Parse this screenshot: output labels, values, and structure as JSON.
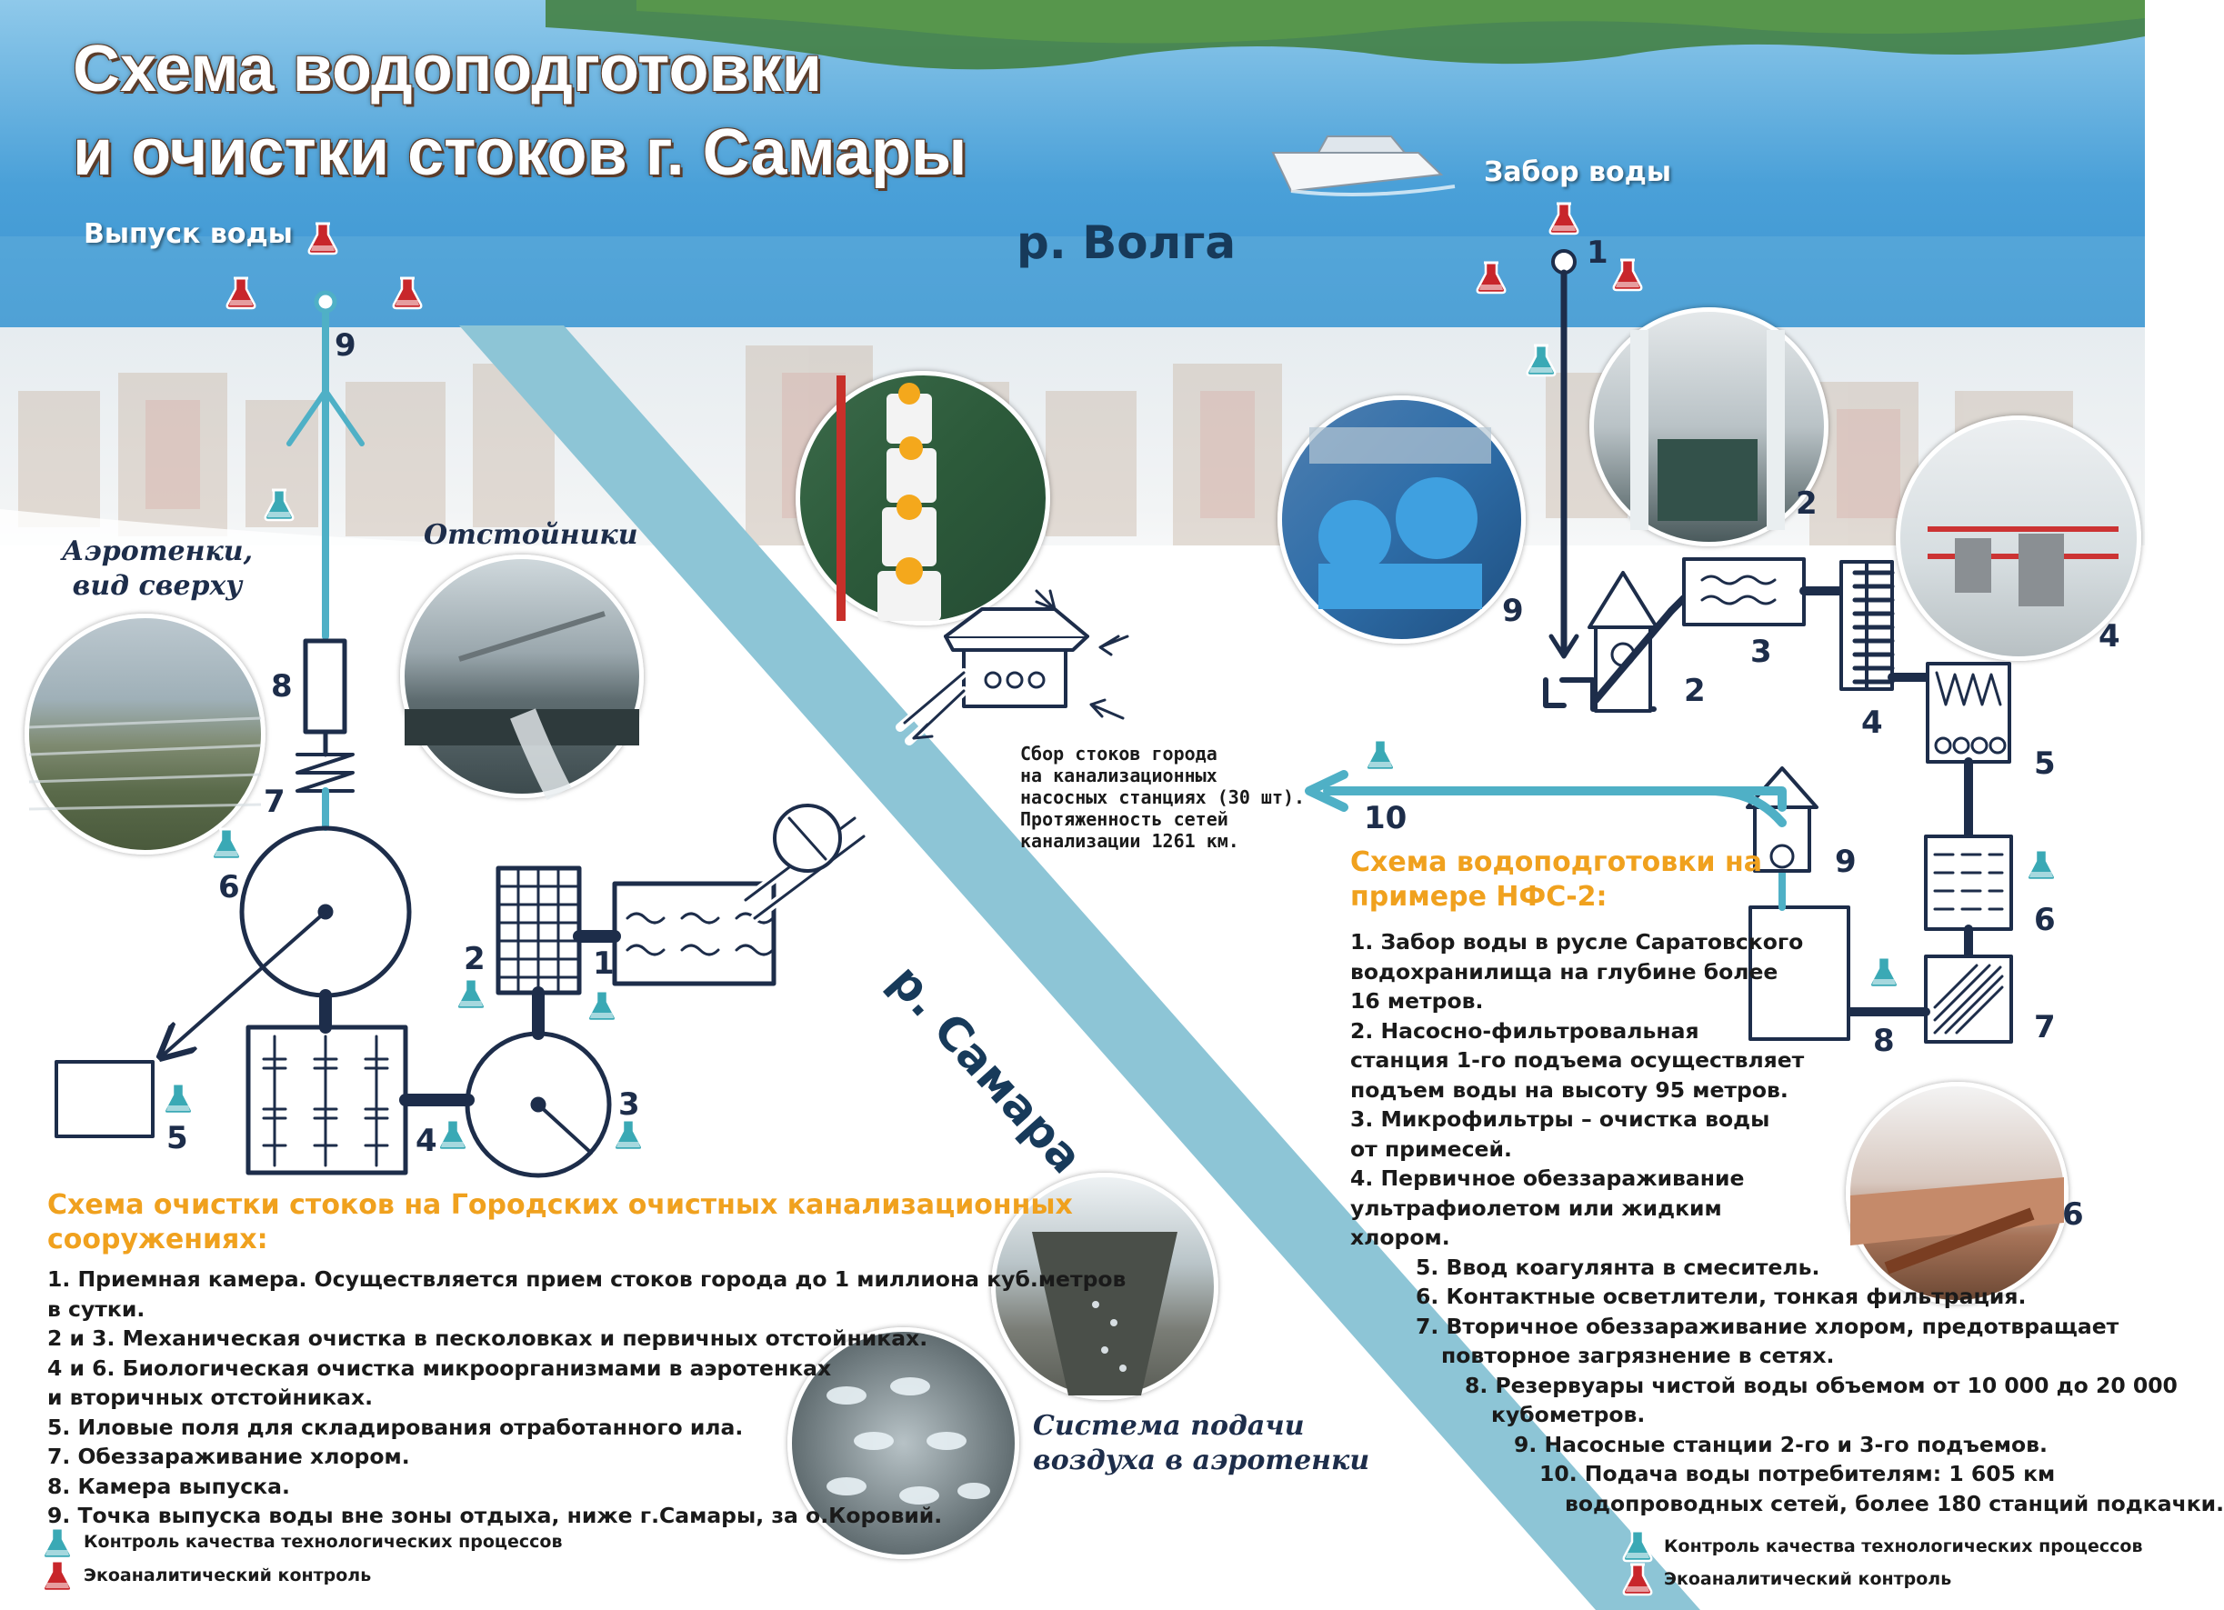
{
  "title_line1": "Схема водоподготовки",
  "title_line2": "и очистки стоков г. Самары",
  "labels": {
    "discharge": "Выпуск воды",
    "intake": "Забор воды",
    "volga": "р. Волга",
    "samara": "р. Самара",
    "aerotanks_top": "Аэротенки,",
    "aerotanks_bottom": "вид сверху",
    "settlers": "Отстойники",
    "air_system_line1": "Система подачи",
    "air_system_line2": "воздуха в аэротенки"
  },
  "collection_note": [
    "Сбор стоков города",
    "на канализационных",
    "насосных станциях (30 шт).",
    "Протяженность сетей",
    "канализации 1261 км."
  ],
  "wastewater": {
    "heading_line1": "Схема очистки стоков на Городских очистных канализационных",
    "heading_line2": "сооружениях:",
    "items": [
      "1. Приемная камера. Осуществляется прием стоков города до 1  миллиона куб.метров",
      "в сутки.",
      "2 и 3. Механическая очистка в песколовках и первичных отстойниках.",
      "4 и 6. Биологическая очистка микроорганизмами в аэротенках",
      "и вторичных отстойниках.",
      "5. Иловые поля для складирования отработанного ила.",
      "7. Обеззараживание хлором.",
      "8. Камера выпуска.",
      "9. Точка выпуска воды вне зоны отдыха, ниже г.Самары, за о.Коровий."
    ]
  },
  "water_treatment": {
    "heading_line1": "Схема водоподготовки на",
    "heading_line2": "примере НФС-2:",
    "items": [
      "1. Забор воды в русле Саратовского",
      "водохранилища на глубине более",
      " 16  метров.",
      "2. Насосно-фильтровальная",
      "станция 1-го подъема осуществляет",
      "подъем воды на высоту 95  метров.",
      "3. Микрофильтры – очистка воды",
      "от примесей.",
      "4. Первичное обеззараживание",
      "ультрафиолетом или жидким",
      "хлором.",
      "5. Ввод коагулянта в смеситель.",
      "6. Контактные осветлители, тонкая фильтрация.",
      "7. Вторичное обеззараживание  хлором,  предотвращает",
      "повторное загрязнение в сетях.",
      "8. Резервуары чистой воды объемом от 10 000 до 20 000",
      "кубометров.",
      "9. Насосные станции 2-го и 3-го подъемов.",
      "10. Подача воды потребителям: 1 605 км",
      "водопроводных сетей, более 180 станций подкачки."
    ]
  },
  "legend": {
    "process_control": "Контроль качества технологических процессов",
    "eco_control": "Экоаналитический контроль"
  },
  "numbers": {
    "n1": "1",
    "n2": "2",
    "n3": "3",
    "n4": "4",
    "n5": "5",
    "n6": "6",
    "n7": "7",
    "n8": "8",
    "n9": "9",
    "n10": "10"
  },
  "colors": {
    "water": "#4fb0c6",
    "line": "#1d2d4a",
    "heading": "#f0a11e",
    "flask_teal": "#3aa9b5",
    "flask_red": "#c8262b",
    "sky": "#5aa9da",
    "river_samara": "#8dc5d6"
  },
  "icons": [
    "flask-teal-icon",
    "flask-red-icon",
    "arrow-icon"
  ]
}
